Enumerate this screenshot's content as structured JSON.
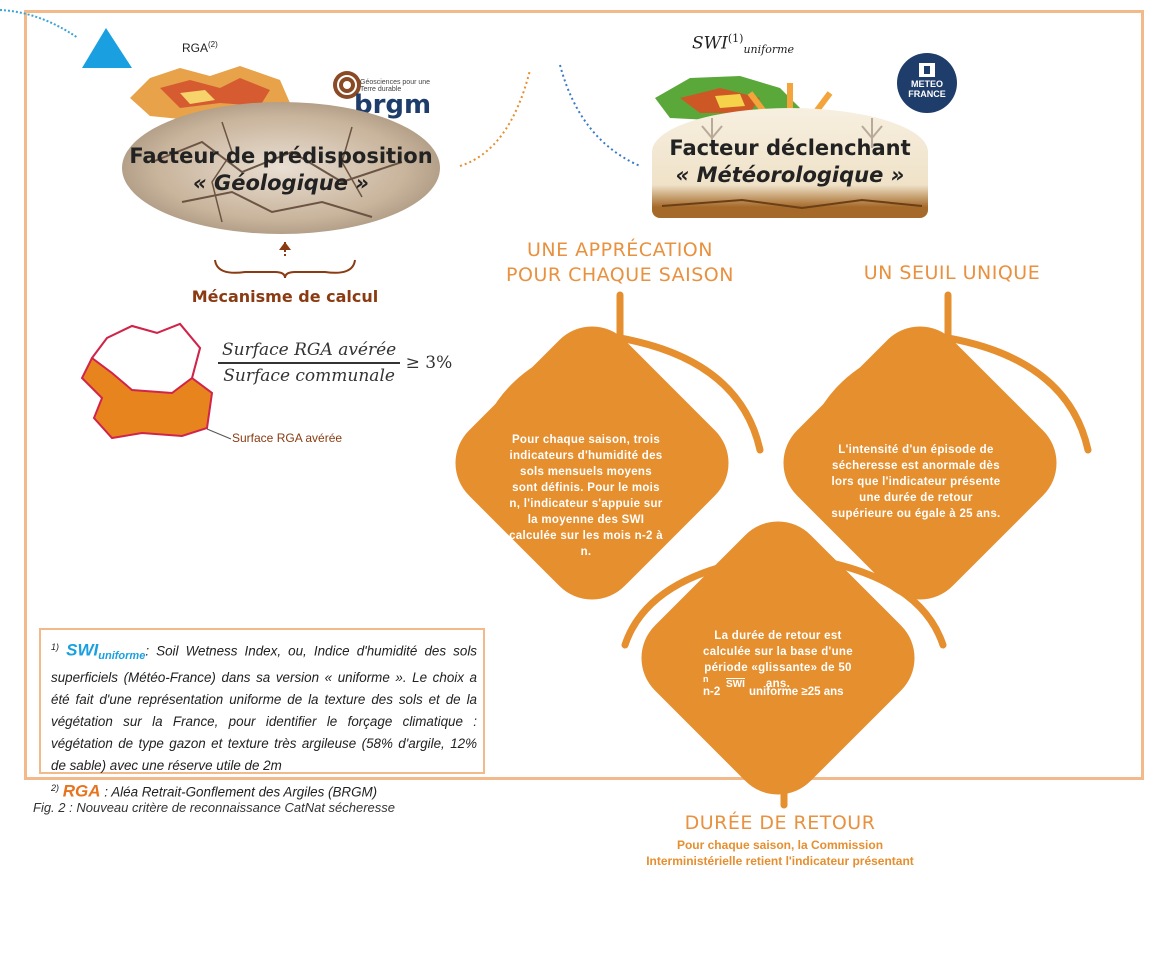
{
  "colors": {
    "orange": "#e58f2f",
    "border": "#f2b98a",
    "blue": "#1aa0e0",
    "navy": "#1f3d6b",
    "brown": "#8a3b12"
  },
  "left_panel": {
    "rga_label": "RGA",
    "rga_sup": "(2)",
    "brgm_logo": "brgm",
    "brgm_tagline": "Géosciences pour une Terre durable",
    "title_line1": "Facteur de prédisposition",
    "title_line2": "« Géologique »",
    "mechanism_label": "Mécanisme de calcul",
    "formula_numerator": "Surface RGA avérée",
    "formula_denominator": "Surface communale",
    "formula_threshold": "≥ 3%",
    "map_label": "Surface RGA avérée"
  },
  "right_panel": {
    "swi_label": "SWI",
    "swi_sub": "uniforme",
    "swi_sup": "(1)",
    "meteo_logo": "METEO FRANCE",
    "title_line1": "Facteur déclenchant",
    "title_line2": "« Météorologique »",
    "heading_season": "UNE APPRÉCATION POUR CHAQUE SAISON",
    "heading_threshold": "UN SEUIL UNIQUE",
    "diamond_season_text": "Pour chaque saison, trois indicateurs d'humidité des sols mensuels moyens sont définis. Pour le mois n, l'indicateur s'appuie sur la moyenne des SWI calculée sur les mois n-2 à n.",
    "diamond_threshold_text": "L'intensité d'un épisode de sécheresse est anormale dès lors que l'indicateur présente une durée de retour supérieure ou égale à 25 ans.",
    "diamond_return_text": "La durée de retour est calculée sur la base d'une période «glissante» de 50 ans.",
    "diamond_formula_n_top": "n",
    "diamond_formula_n_bottom": "n-2",
    "diamond_formula_swi": "SWI",
    "diamond_formula_rest": "uniforme ≥25 ans",
    "heading_return": "DURÉE DE RETOUR",
    "return_sub_line1": "Pour chaque saison, la Commission",
    "return_sub_line2": "Interministérielle retient l'indicateur présentant"
  },
  "footnotes": {
    "fn1_marker": "1)",
    "fn1_term": "SWI",
    "fn1_term_sub": "uniforme",
    "fn1_text": ": Soil Wetness Index, ou, Indice d'humidité des sols superficiels (Météo-France) dans sa version « uniforme ». Le choix a été fait d'une représentation uniforme de la texture des sols et de la végétation sur la France, pour identifier le forçage climatique : végétation de type gazon et texture très argileuse (58% d'argile, 12% de sable) avec une réserve utile de 2m",
    "fn2_marker": "2)",
    "fn2_term": "RGA",
    "fn2_text": ": Aléa Retrait-Gonflement des Argiles (BRGM)"
  },
  "caption": "Fig. 2 : Nouveau critère de reconnaissance CatNat sécheresse"
}
